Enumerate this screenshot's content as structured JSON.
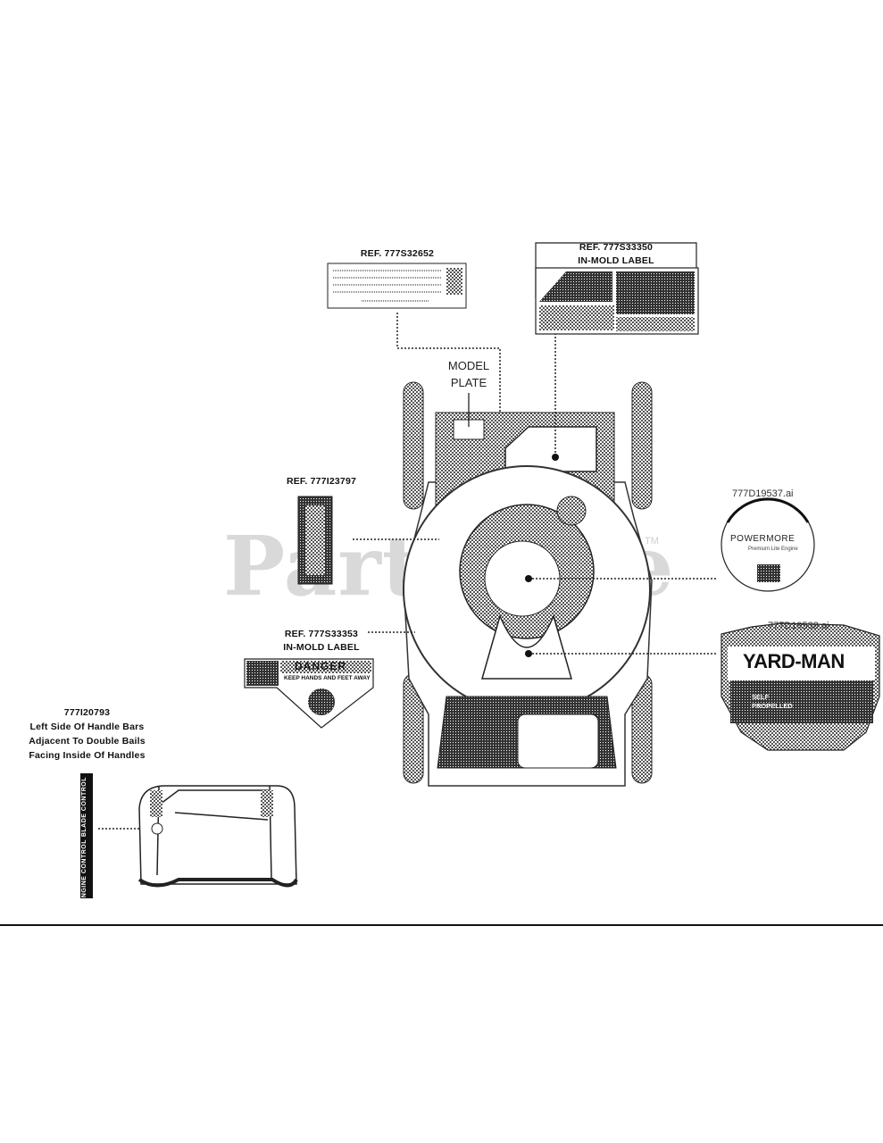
{
  "watermark": {
    "text": "PartsTree",
    "tm": "TM"
  },
  "labels": {
    "ref_top_left": "REF. 777S32652",
    "ref_top_right_line1": "REF. 777S33350",
    "ref_top_right_line2": "IN-MOLD LABEL",
    "model_plate_line1": "MODEL",
    "model_plate_line2": "PLATE",
    "ref_mid_left": "REF. 777I23797",
    "ref_danger_line1": "REF. 777S33353",
    "ref_danger_line2": "IN-MOLD LABEL",
    "handle_part": "777I20793",
    "handle_line1": "Left Side Of Handle Bars",
    "handle_line2": "Adjacent To Double Bails",
    "handle_line3": "Facing Inside Of Handles",
    "powermore_file": "777D19537.ai",
    "yardman_file": "777D19538.ai"
  },
  "decals": {
    "danger_title": "DANGER",
    "danger_sub": "KEEP HANDS AND FEET AWAY",
    "powermore_brand": "POWERMORE",
    "powermore_sub": "Premium Lite Engine",
    "yardman_brand": "YARD-MAN",
    "yardman_self": "SELF",
    "yardman_propelled": "PROPELLED",
    "handle_strip_left": "ENGINE CONTROL",
    "handle_strip_right": "BLADE CONTROL"
  },
  "colors": {
    "ink": "#111111",
    "halftone": "#6b6b6b",
    "watermark": "#d9d9d9"
  }
}
